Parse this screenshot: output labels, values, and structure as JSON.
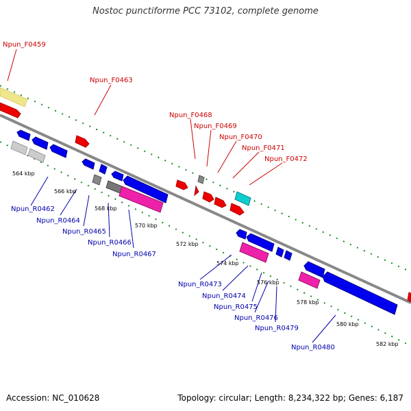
{
  "title": "Nostoc punctiforme PCC 73102, complete genome",
  "footer": {
    "accession": "Accession: NC_010628",
    "summary": "Topology: circular; Length: 8,234,322 bp; Genes: 6,187"
  },
  "colors": {
    "forward_label": "#cc0000",
    "reverse_label": "#0000aa",
    "backbone": "#888888",
    "dots": "#1a8a1a",
    "blue": "#0000ee",
    "red": "#ee0000",
    "magenta": "#ee22aa",
    "gray": "#888888",
    "light_gray": "#cccccc",
    "cyan": "#11cccc",
    "khaki": "#f0e68c"
  },
  "ticks": [
    "564 kbp",
    "566 kbp",
    "568 kbp",
    "570 kbp",
    "572 kbp",
    "574 kbp",
    "576 kbp",
    "578 kbp",
    "580 kbp",
    "582 kbp"
  ],
  "forward_labels": [
    "Npun_F0459",
    "Npun_F0463",
    "Npun_F0468",
    "Npun_F0469",
    "Npun_F0470",
    "Npun_F0471",
    "Npun_F0472"
  ],
  "reverse_labels": [
    "Npun_R0462",
    "Npun_R0464",
    "Npun_R0465",
    "Npun_R0466",
    "Npun_R0467",
    "Npun_R0473",
    "Npun_R0474",
    "Npun_R0475",
    "Npun_R0476",
    "Npun_R0479",
    "Npun_R0480"
  ]
}
